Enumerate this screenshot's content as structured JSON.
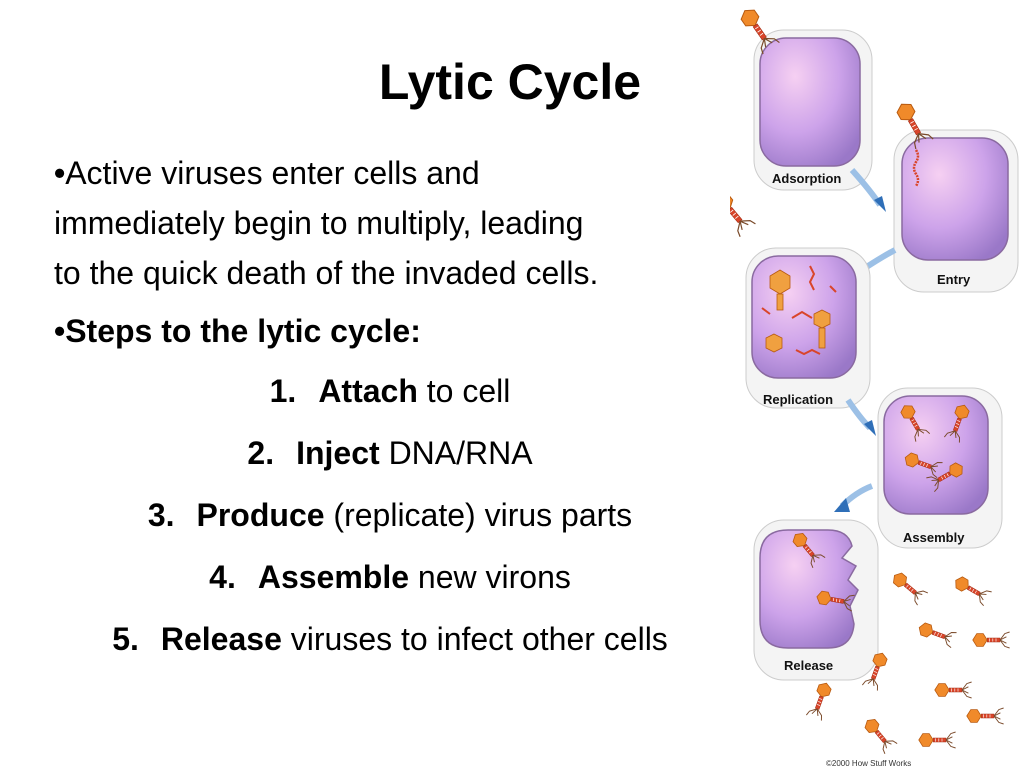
{
  "slide": {
    "title": "Lytic Cycle",
    "bullets": [
      {
        "bullet": "•",
        "lines": [
          "Active viruses enter cells and",
          "immediately begin to multiply, leading",
          "to the quick death of the invaded cells."
        ]
      },
      {
        "bullet": "•",
        "text": "Steps to the lytic cycle:"
      }
    ],
    "steps": [
      {
        "num": "1.",
        "verb": "Attach",
        "rest": " to cell"
      },
      {
        "num": "2.",
        "verb": "Inject",
        "rest": " DNA/RNA"
      },
      {
        "num": "3.",
        "verb": "Produce",
        "rest": " (replicate) virus parts"
      },
      {
        "num": "4.",
        "verb": "Assemble",
        "rest": " new virons"
      },
      {
        "num": "5.",
        "verb": "Release",
        "rest": " viruses to infect other cells"
      }
    ]
  },
  "diagram": {
    "labels": {
      "adsorption": "Adsorption",
      "entry": "Entry",
      "replication": "Replication",
      "assembly": "Assembly",
      "release": "Release"
    },
    "copyright": "©2000 How Stuff Works",
    "colors": {
      "cell_fill": "#c9a0e8",
      "cell_highlight": "#f2c6f0",
      "cell_border": "#8a6aa0",
      "virus_orange": "#f08a2a",
      "virus_red": "#d9452a",
      "arrow_blue": "#4a86c8"
    }
  }
}
